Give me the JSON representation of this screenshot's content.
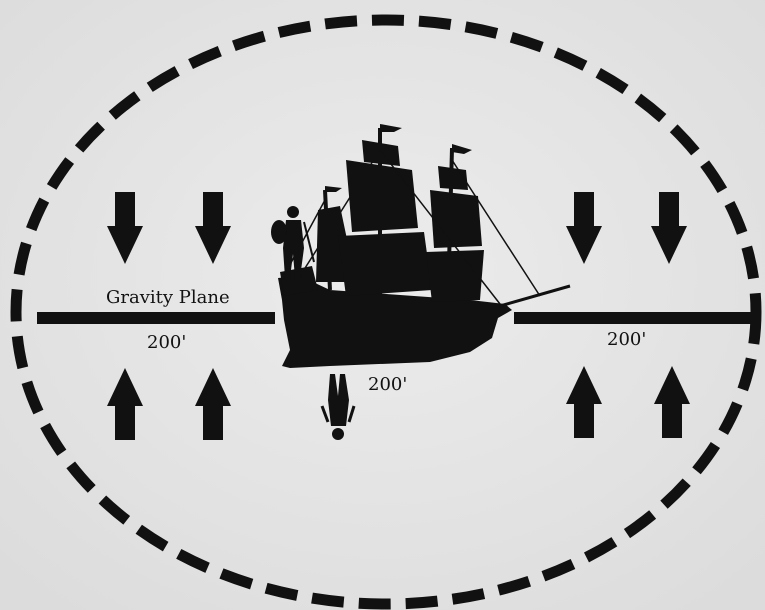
{
  "diagram": {
    "gravity_plane_label": "Gravity Plane",
    "distance_left": "200'",
    "distance_below_ship": "200'",
    "distance_right": "200'",
    "colors": {
      "ink": "#111111",
      "paper": "#e6e6e6"
    },
    "icons": [
      "ship-icon",
      "warrior-icon",
      "arrow-down-icon",
      "arrow-up-icon"
    ]
  }
}
